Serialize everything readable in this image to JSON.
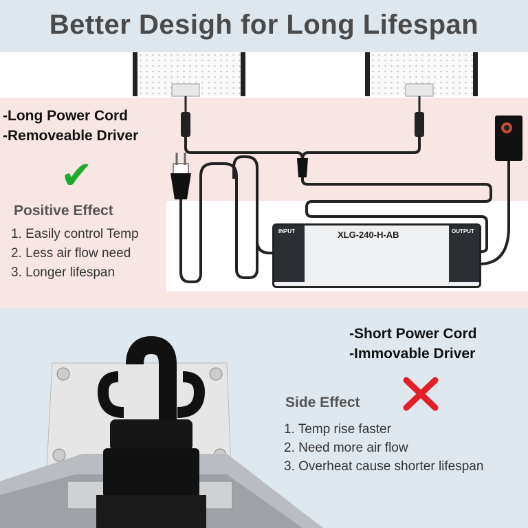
{
  "title": "Better Desigh for Long Lifespan",
  "top_section": {
    "cord_labels": [
      "-Long Power Cord",
      "-Removeable Driver"
    ],
    "effect_title": "Positive Effect",
    "effects": [
      "1. Easily control Temp",
      "2. Less air flow need",
      "3. Longer lifespan"
    ],
    "mark_icon": "check-mark-icon",
    "mark_color": "#1faa2c"
  },
  "driver": {
    "model": "XLG-240-H-AB",
    "input_label": "INPUT",
    "output_label": "OUTPUT"
  },
  "bottom_section": {
    "cord_labels": [
      "-Short Power Cord",
      "-Immovable Driver"
    ],
    "effect_title": "Side Effect",
    "effects": [
      "1. Temp rise faster",
      "2. Need more air flow",
      "3. Overheat cause shorter lifespan"
    ],
    "mark_icon": "cross-mark-icon",
    "mark_color": "#e41e26"
  }
}
